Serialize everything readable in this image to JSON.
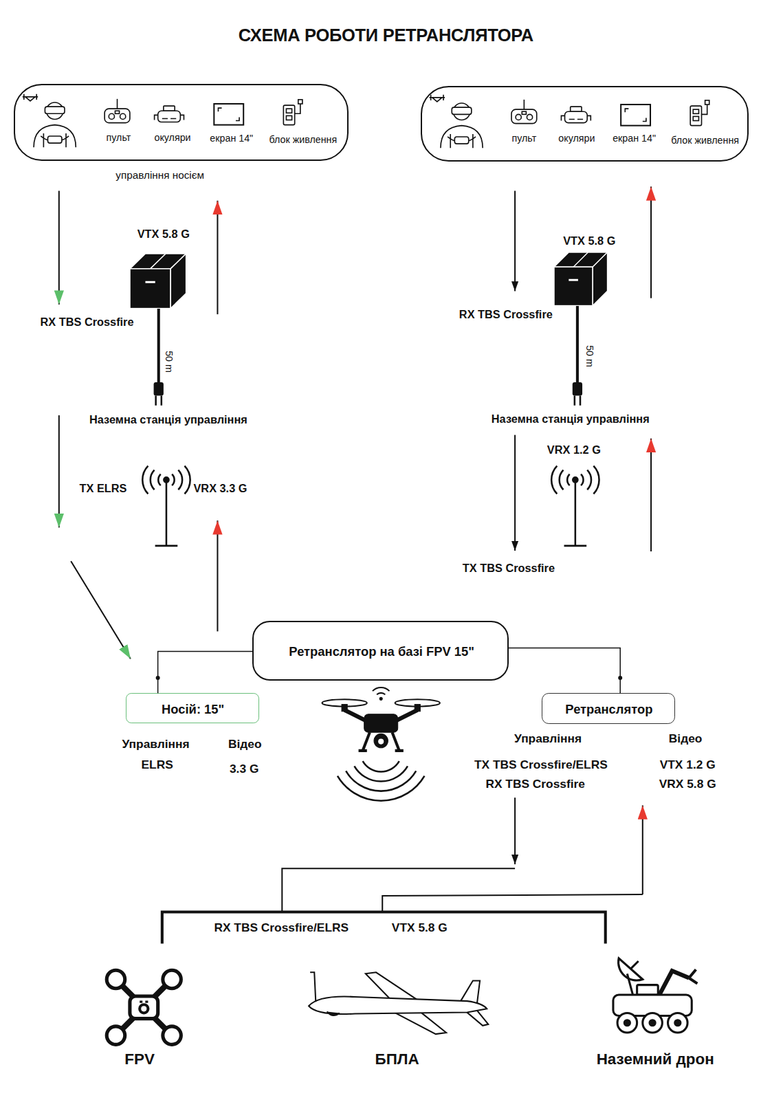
{
  "diagram": {
    "title": "СХЕМА РОБОТИ РЕТРАНСЛЯТОРА",
    "nodes": [
      {
        "text": [
          "пульт",
          "окуляри",
          "екран 14\"",
          "блок живлення"
        ]
      },
      {
        "text": [
          "пульт",
          "окуляри",
          "екран 14\"",
          "блок живлення"
        ]
      },
      {
        "text": [
          "VTX 5.8 G"
        ]
      },
      {
        "text": [
          "VTX 5.8 G"
        ]
      },
      {
        "text": [
          "Ретранслятор на базі FPV 15\""
        ]
      },
      {
        "text": [
          "Носій: 15\""
        ]
      },
      {
        "text": [
          "Ретранслятор"
        ]
      }
    ],
    "edges": [
      {
        "from": 4,
        "to": 5,
        "arrow": "none"
      },
      {
        "from": 4,
        "to": 6,
        "arrow": "none"
      }
    ],
    "labels": [
      "управління носієм",
      "RX TBS Crossfire",
      "50 m",
      "Наземна станція управління",
      "TX ELRS",
      "VRX 3.3 G",
      "RX TBS Crossfire",
      "50 m",
      "Наземна станція управління",
      "VRX 1.2 G",
      "TX TBS Crossfire",
      "Управління",
      "Відео",
      "ELRS",
      "3.3 G",
      "Управління",
      "Відео",
      "TX TBS Crossfire/ELRS",
      "RX TBS Crossfire",
      "VTX 1.2 G",
      "VRX 5.8 G",
      "RX TBS Crossfire/ELRS",
      "VTX 5.8 G",
      "FPV",
      "БПЛА",
      "Наземний дрон"
    ]
  }
}
